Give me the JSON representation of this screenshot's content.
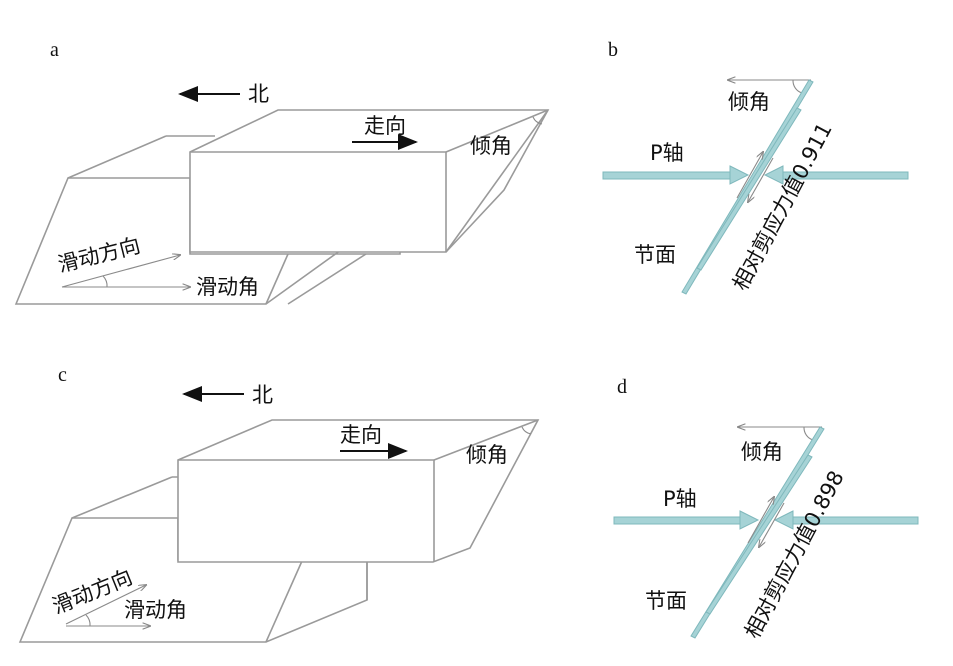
{
  "panels": {
    "a": {
      "label": "a",
      "north": "北",
      "strike": "走向",
      "dip": "倾角",
      "slip_direction": "滑动方向",
      "rake": "滑动角"
    },
    "b": {
      "label": "b",
      "dip": "倾角",
      "p_axis": "P轴",
      "nodal_plane": "节面",
      "shear_stress": "相对剪应力值0.911"
    },
    "c": {
      "label": "c",
      "north": "北",
      "strike": "走向",
      "dip": "倾角",
      "slip_direction": "滑动方向",
      "rake": "滑动角"
    },
    "d": {
      "label": "d",
      "dip": "倾角",
      "p_axis": "P轴",
      "nodal_plane": "节面",
      "shear_stress": "相对剪应力值0.898"
    }
  },
  "colors": {
    "axis_fill": "#a6d3d6",
    "edge": "#9a9a9a",
    "text": "#111111"
  }
}
